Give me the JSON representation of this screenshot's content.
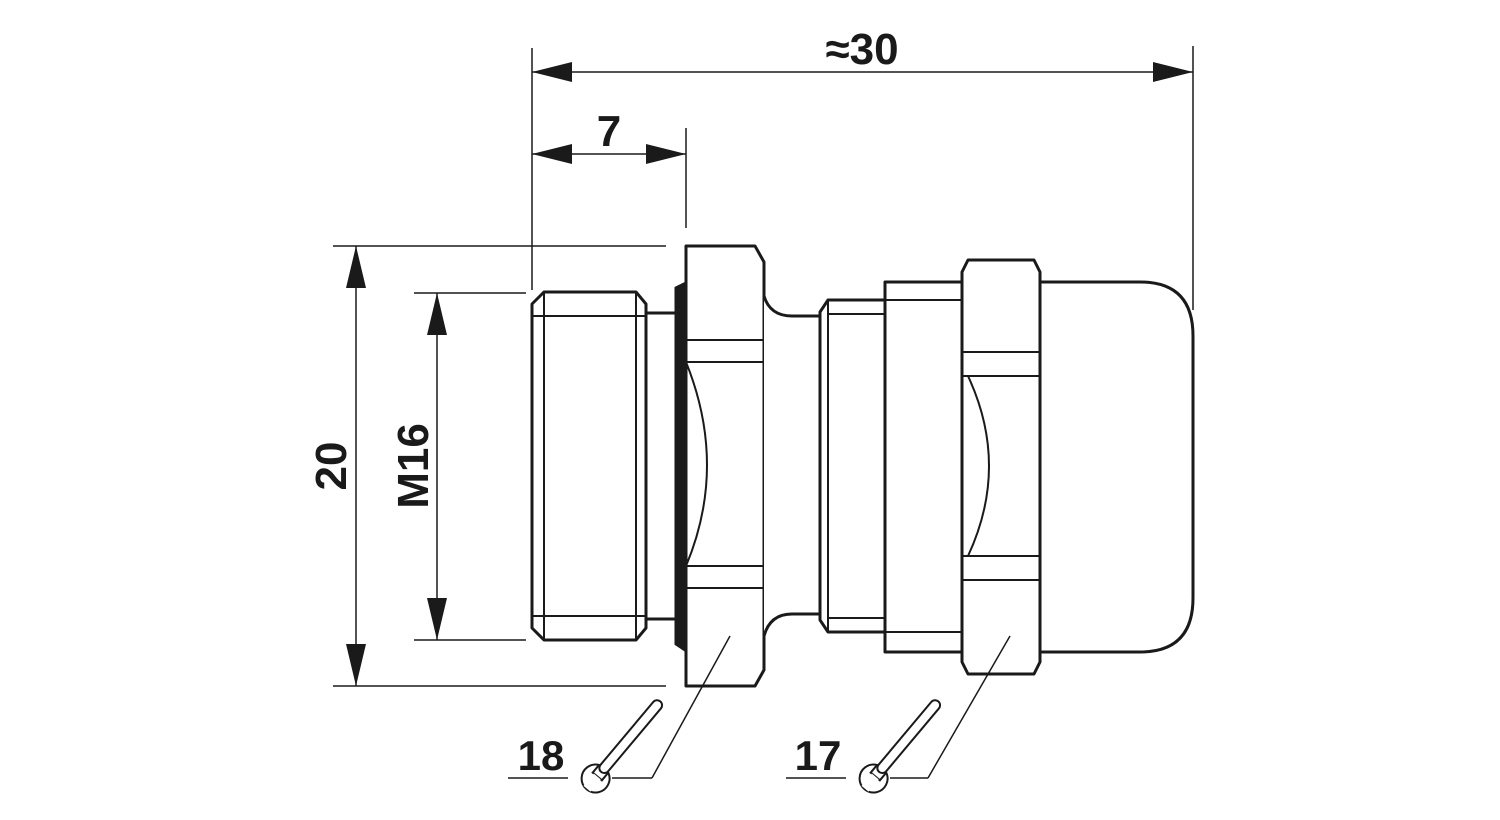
{
  "drawing": {
    "dimensions": {
      "overall_length": "≈30",
      "thread_length": "7",
      "outer_diameter": "20",
      "thread": "M16"
    },
    "wrench_sizes": {
      "locknut": "18",
      "dome_nut": "17"
    },
    "icons": [
      "wrench-icon",
      "wrench-icon"
    ],
    "line_color": "#1a1a1a",
    "background_color": "#ffffff"
  }
}
